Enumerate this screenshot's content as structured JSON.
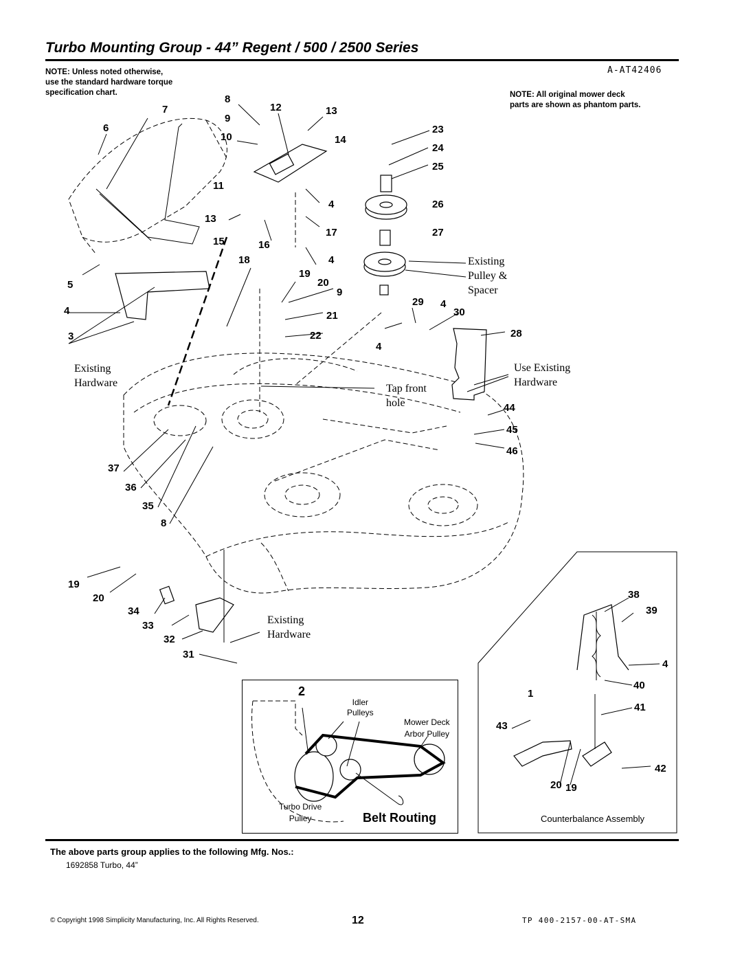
{
  "title": "Turbo Mounting Group - 44” Regent / 500 / 2500 Series",
  "drawing_code": "A-AT42406",
  "note_left": [
    "NOTE: Unless noted otherwise,",
    "use the standard hardware torque",
    "specification chart."
  ],
  "note_right": [
    "NOTE: All original mower deck",
    "parts are shown as phantom parts."
  ],
  "callouts": {
    "c7": "7",
    "c6": "6",
    "c8": "8",
    "c9": "9",
    "c10": "10",
    "c12": "12",
    "c13a": "13",
    "c14": "14",
    "c23": "23",
    "c24": "24",
    "c25": "25",
    "c11": "11",
    "c4a": "4",
    "c26": "26",
    "c13b": "13",
    "c17": "17",
    "c27": "27",
    "c15": "15",
    "c16": "16",
    "c18": "18",
    "c4b": "4",
    "c19a": "19",
    "c20a": "20",
    "c9b": "9",
    "c5": "5",
    "c4c": "4",
    "c29": "29",
    "c4d": "4",
    "c30": "30",
    "c21": "21",
    "c3": "3",
    "c22": "22",
    "c28": "28",
    "c4e": "4",
    "c44": "44",
    "c45": "45",
    "c46": "46",
    "c37": "37",
    "c36": "36",
    "c35": "35",
    "c8b": "8",
    "c19b": "19",
    "c20b": "20",
    "c34": "34",
    "c33": "33",
    "c32": "32",
    "c31": "31",
    "c38": "38",
    "c39": "39",
    "c4f": "4",
    "c40": "40",
    "c1": "1",
    "c41": "41",
    "c43": "43",
    "c42": "42",
    "c20c": "20",
    "c19c": "19",
    "c2": "2"
  },
  "labels": {
    "existing_pulley": [
      "Existing",
      "Pulley &",
      "Spacer"
    ],
    "existing_hardware_left": [
      "Existing",
      "Hardware"
    ],
    "use_existing_hardware": [
      "Use Existing",
      "Hardware"
    ],
    "tap_front_hole": [
      "Tap front",
      "hole"
    ],
    "existing_hardware_bottom": [
      "Existing",
      "Hardware"
    ]
  },
  "belt_routing": {
    "title": "Belt Routing",
    "idler_pulleys": [
      "Idler",
      "Pulleys"
    ],
    "mower_deck_arbor": [
      "Mower Deck",
      "Arbor Pulley"
    ],
    "turbo_drive": [
      "Turbo Drive",
      "Pulley"
    ]
  },
  "counterbalance_label": "Counterbalance Assembly",
  "applies_text": "The above parts group applies to the following Mfg. Nos.:",
  "mfg_number": "1692858 Turbo, 44”",
  "copyright": "© Copyright 1998 Simplicity Manufacturing, Inc. All Rights Reserved.",
  "page_number": "12",
  "doc_code": "TP 400-2157-00-AT-SMA"
}
